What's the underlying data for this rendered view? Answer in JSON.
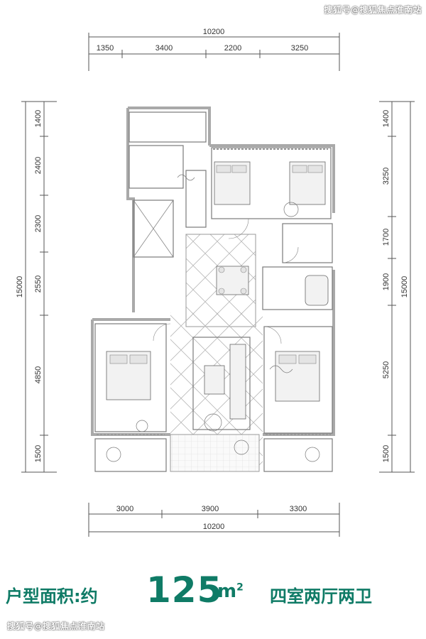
{
  "watermark": "搜狐号@搜狐焦点淮南站",
  "dimensions": {
    "top_total": "10200",
    "top_segments": [
      "1350",
      "3400",
      "2200",
      "3250"
    ],
    "bottom_total": "10200",
    "bottom_segments": [
      "3000",
      "3900",
      "3300"
    ],
    "left_total": "15000",
    "left_segments": [
      "1400",
      "2400",
      "2300",
      "2550",
      "4850",
      "1500"
    ],
    "right_total": "15000",
    "right_segments": [
      "1400",
      "3250",
      "1700",
      "1900",
      "5250",
      "1500"
    ]
  },
  "caption": {
    "label": "户型面积:约",
    "area_value": "125",
    "area_unit": "m",
    "area_unit_sup": "2",
    "rooms": "四室两厅两卫"
  },
  "colors": {
    "accent": "#0f7b66",
    "line": "#555555",
    "wall": "#bdbdbd"
  }
}
